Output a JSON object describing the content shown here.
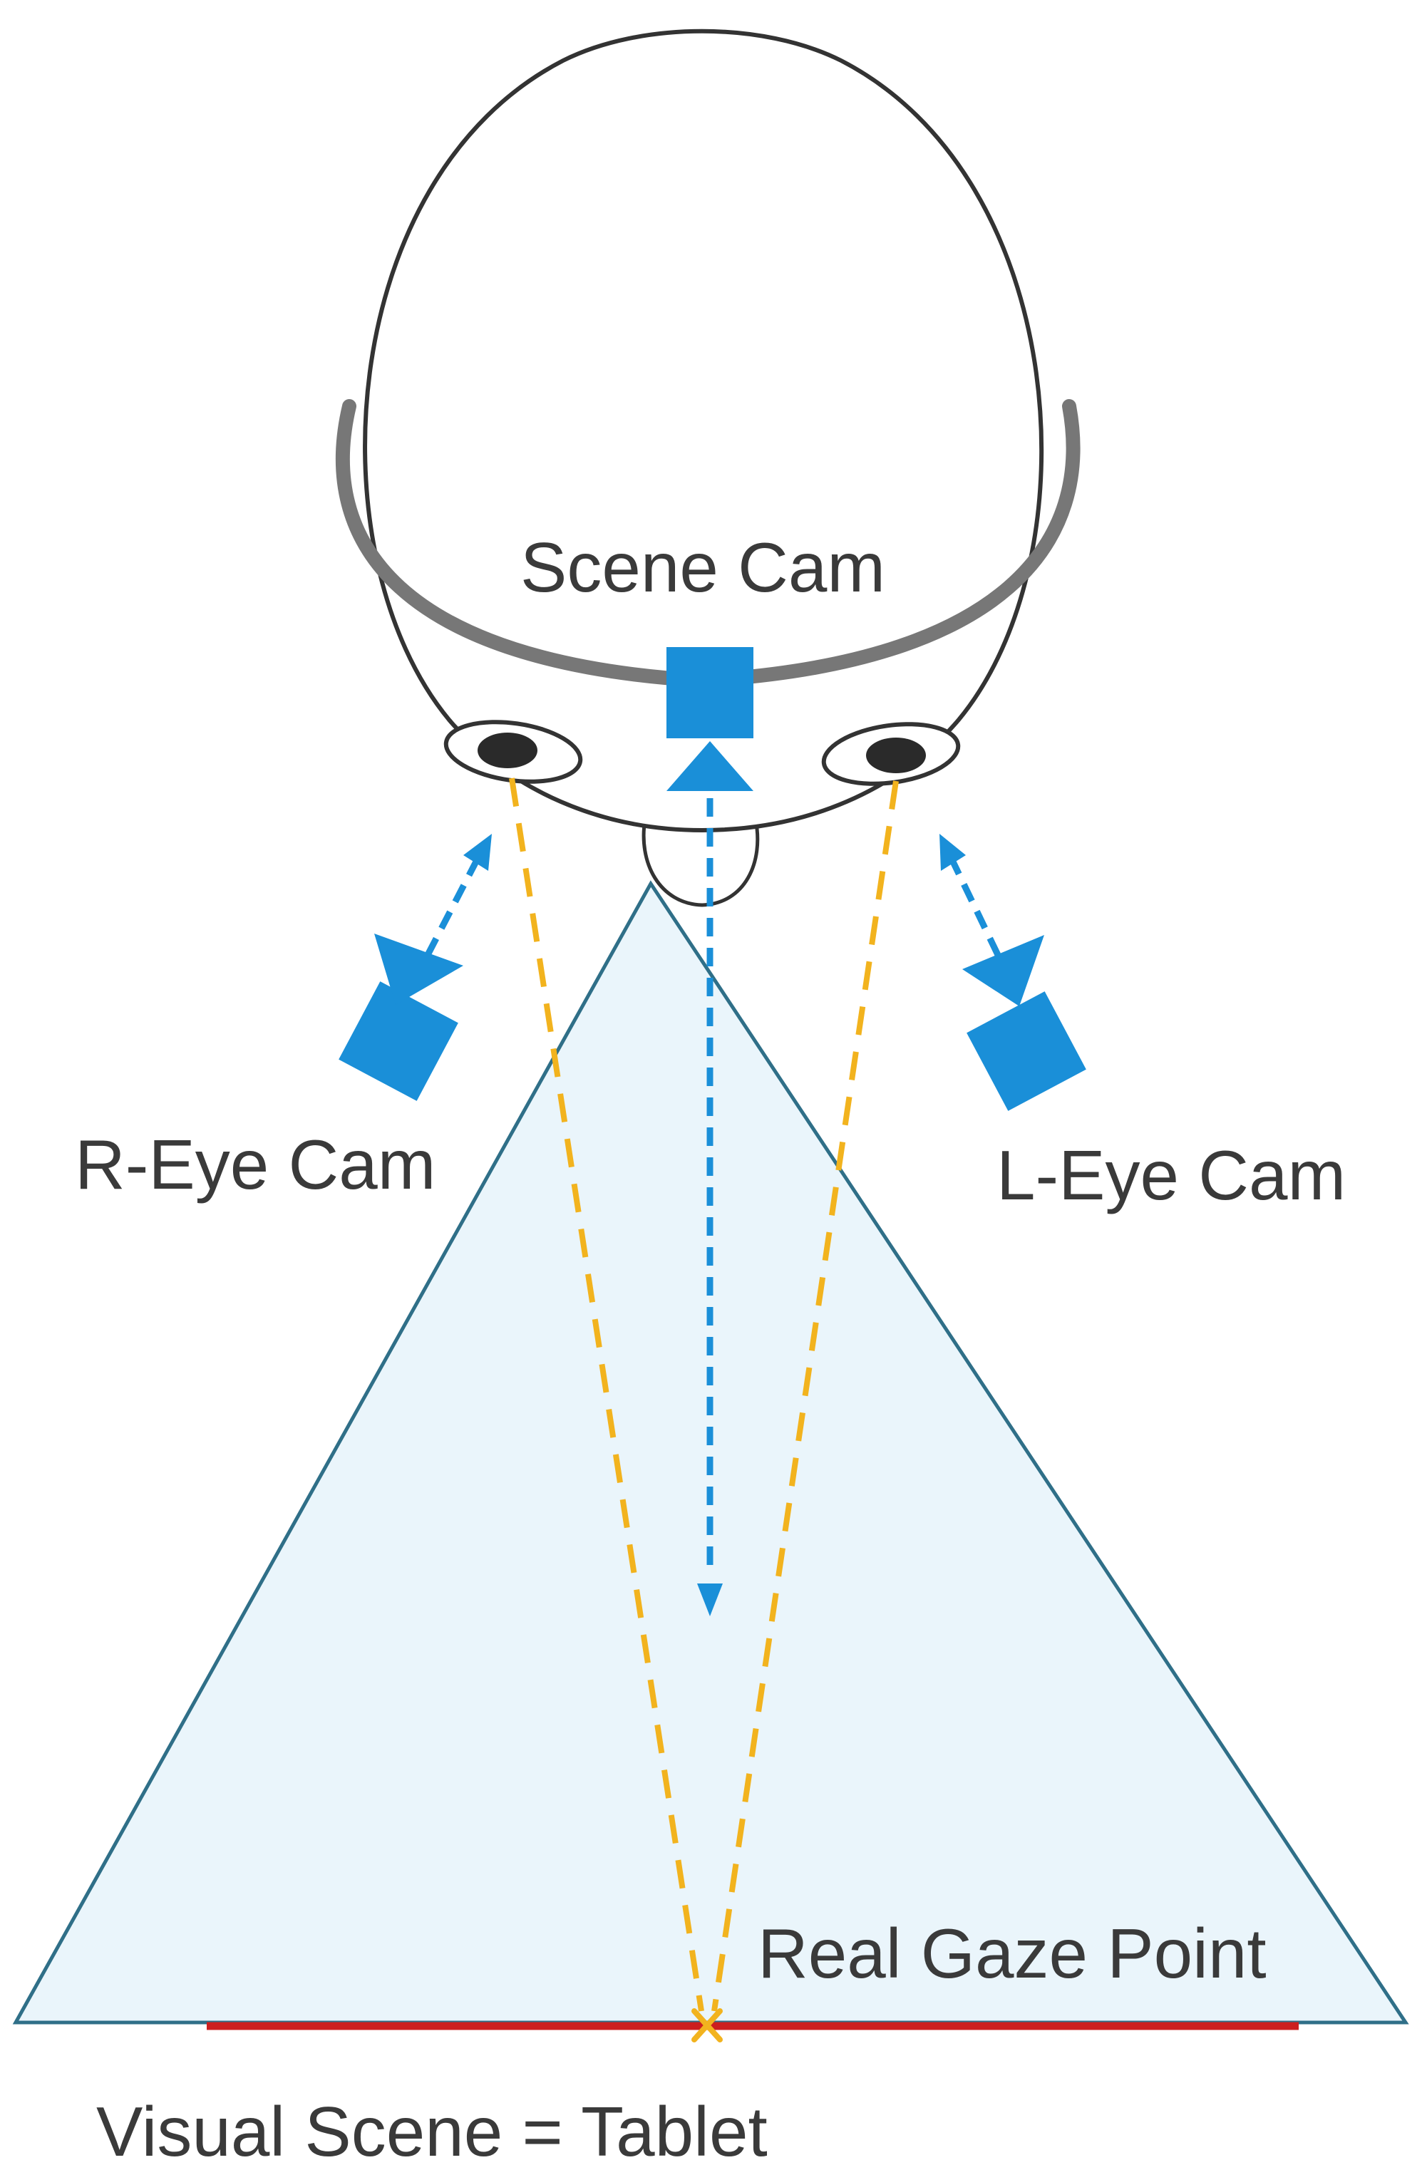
{
  "labels": {
    "scene_cam": "Scene Cam",
    "r_eye_cam": "R-Eye Cam",
    "l_eye_cam": "L-Eye Cam",
    "real_gaze_point": "Real Gaze Point",
    "visual_scene": "Visual Scene = Tablet"
  },
  "colors": {
    "camera_blue": "#1a8fd8",
    "gaze_yellow": "#f2b31e",
    "tablet_red": "#cc1f1f",
    "field_of_view_fill": "#eaf5fb",
    "field_of_view_edge": "#2f6f88",
    "head_outline": "#333333",
    "headband": "#777777"
  },
  "icons": {
    "scene_camera": "camera-icon",
    "right_eye_camera": "camera-icon",
    "left_eye_camera": "camera-icon",
    "gaze_marker": "x-mark-icon"
  }
}
